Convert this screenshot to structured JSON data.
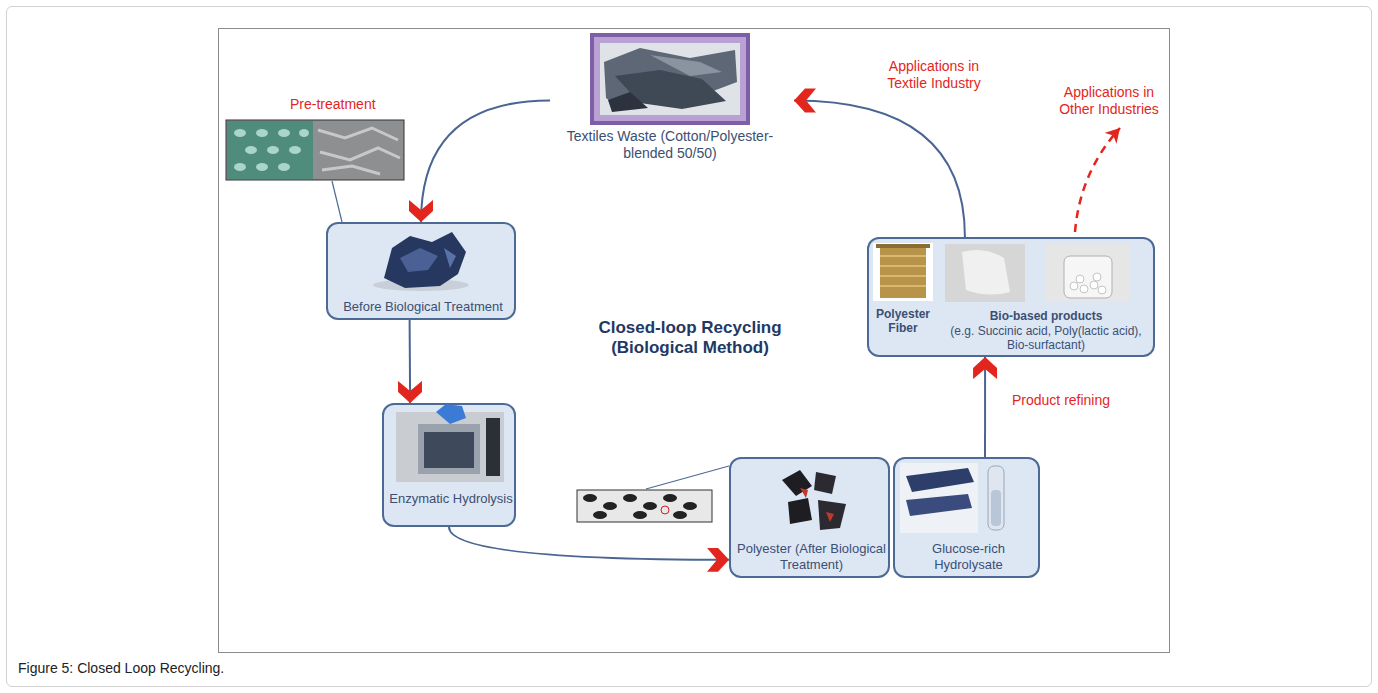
{
  "diagram": {
    "caption": "Figure 5: Closed Loop Recycling.",
    "nodes": [
      {
        "text": [
          "Textiles Waste (Cotton/Polyester-blended 50/50)"
        ]
      },
      {
        "text": [
          "Before Biological Treatment"
        ]
      },
      {
        "text": [
          "Enzymatic Hydrolysis"
        ]
      },
      {
        "text": [
          "Polyester (After Biological Treatment)"
        ]
      },
      {
        "text": [
          "Glucose-rich Hydrolysate"
        ]
      },
      {
        "text": [
          "Polyester Fiber",
          "Bio-based products",
          "(e.g. Succinic acid, Poly(lactic acid), Bio-surfactant)"
        ]
      }
    ],
    "edges": [
      {
        "from": 0,
        "to": 1,
        "arrow": "to",
        "label": "Pre-treatment"
      },
      {
        "from": 1,
        "to": 2,
        "arrow": "to"
      },
      {
        "from": 2,
        "to": 3,
        "arrow": "to"
      },
      {
        "from": 4,
        "to": 5,
        "arrow": "to",
        "label": "Product refining"
      },
      {
        "from": 5,
        "to": 0,
        "arrow": "to",
        "label": "Applications in Textile Industry"
      }
    ],
    "labels": [
      "Applications in Other Industries",
      "Closed-loop Recycling (Biological Method)"
    ]
  }
}
